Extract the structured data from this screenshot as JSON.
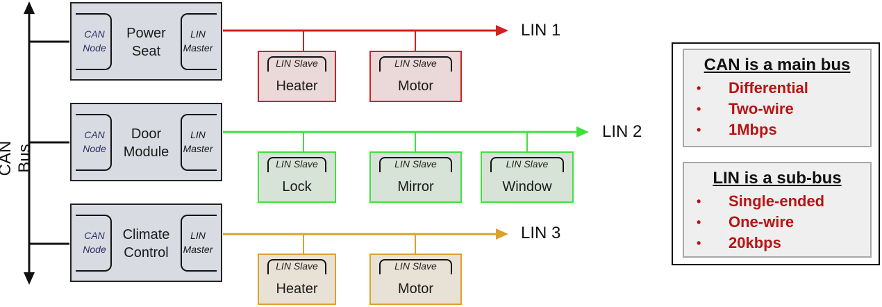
{
  "can_bus": {
    "label": "CAN Bus",
    "color": "#111111"
  },
  "modules": [
    {
      "name": "Power Seat",
      "line1": "Power",
      "line2": "Seat",
      "can_node_line1": "CAN",
      "can_node_line2": "Node",
      "lin_master_line1": "LIN",
      "lin_master_line2": "Master"
    },
    {
      "name": "Door Module",
      "line1": "Door",
      "line2": "Module",
      "can_node_line1": "CAN",
      "can_node_line2": "Node",
      "lin_master_line1": "LIN",
      "lin_master_line2": "Master"
    },
    {
      "name": "Climate Control",
      "line1": "Climate",
      "line2": "Control",
      "can_node_line1": "CAN",
      "can_node_line2": "Node",
      "lin_master_line1": "LIN",
      "lin_master_line2": "Master"
    }
  ],
  "lin_buses": [
    {
      "label": "LIN 1",
      "color": "#d42020",
      "slave_fill": "#ead9d8",
      "slaves": [
        {
          "tag": "LIN Slave",
          "name": "Heater"
        },
        {
          "tag": "LIN Slave",
          "name": "Motor"
        }
      ]
    },
    {
      "label": "LIN 2",
      "color": "#3ee03e",
      "slave_fill": "#d8e3d8",
      "slaves": [
        {
          "tag": "LIN Slave",
          "name": "Lock"
        },
        {
          "tag": "LIN Slave",
          "name": "Mirror"
        },
        {
          "tag": "LIN Slave",
          "name": "Window"
        }
      ]
    },
    {
      "label": "LIN 3",
      "color": "#dba22a",
      "slave_fill": "#e8e1d6",
      "slaves": [
        {
          "tag": "LIN Slave",
          "name": "Heater"
        },
        {
          "tag": "LIN Slave",
          "name": "Motor"
        }
      ]
    }
  ],
  "legend": {
    "can": {
      "title": "CAN is a main bus",
      "items": [
        "Differential",
        "Two-wire",
        "1Mbps"
      ]
    },
    "lin": {
      "title": "LIN is a sub-bus",
      "items": [
        "Single-ended",
        "One-wire",
        "20kbps"
      ]
    },
    "bullet": "•",
    "item_color": "#b81414"
  }
}
